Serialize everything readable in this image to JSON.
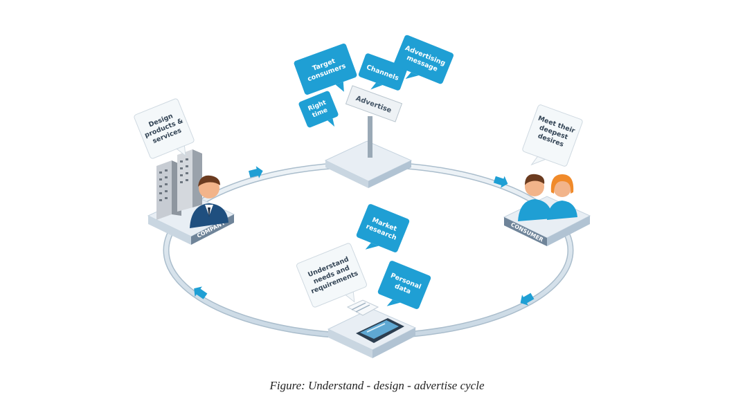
{
  "colors": {
    "ring": "#d7e4ee",
    "ring_outline": "#aabdcc",
    "arrow": "#1f9fd4",
    "bubble_blue": "#1f9fd4",
    "bubble_white": "#f4f8fa",
    "platform_top": "#e8eef4",
    "platform_side": "#b8c9d8",
    "label_band": "#6f8499"
  },
  "nodes": {
    "advertise": {
      "sign": "Advertise",
      "bubbles": [
        "Target consumers",
        "Channels",
        "Advertising message",
        "Right time"
      ]
    },
    "company": {
      "label": "COMPANY",
      "bubble": "Design products & services"
    },
    "consumer": {
      "label": "CONSUMER",
      "bubble": "Meet their deepest desires"
    },
    "research": {
      "bubbles": [
        "Understand needs and requirements",
        "Market research",
        "Personal data"
      ]
    }
  },
  "caption": "Figure: Understand - design - advertise cycle"
}
